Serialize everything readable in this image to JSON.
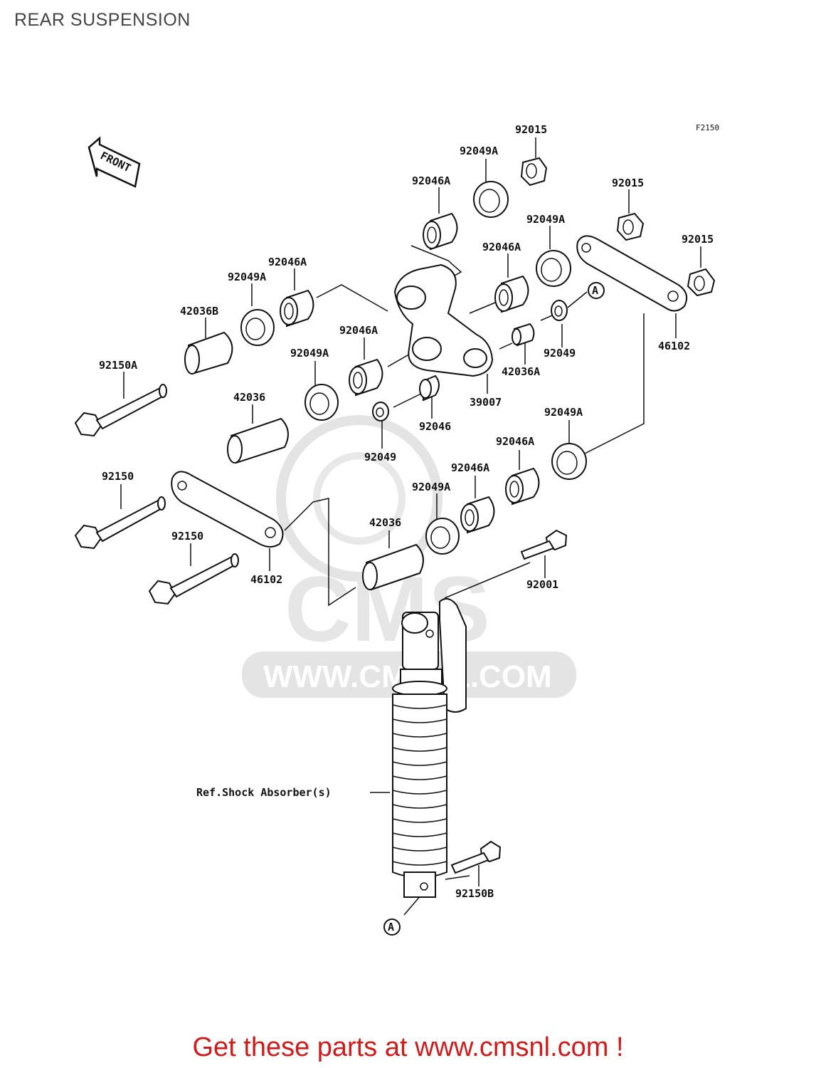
{
  "page": {
    "title": "REAR SUSPENSION"
  },
  "diagram": {
    "figure_code": "F2150",
    "front_label": "FRONT",
    "callout_letter": "A",
    "watermark": {
      "brand": "CMS",
      "url": "WWW.CMSNL.COM"
    },
    "labels": {
      "p92015_top": "92015",
      "p92049A_top": "92049A",
      "p92046A_top": "92046A",
      "p92015_mid": "92015",
      "p92049A_right": "92049A",
      "p92015_right": "92015",
      "p92046A_link": "92046A",
      "p92046A_left": "92046A",
      "p92049A_left": "92049A",
      "p42036B": "42036B",
      "p92046A_mid": "92046A",
      "p92049": "92049",
      "p46102_right": "46102",
      "p42036A": "42036A",
      "p92150A": "92150A",
      "p92049A_mid": "92049A",
      "p39007": "39007",
      "p42036_upper": "42036",
      "p92046": "92046",
      "p92049A_lowright": "92049A",
      "p92049_lower": "92049",
      "p92046A_lowright": "92046A",
      "p92150_upper": "92150",
      "p92046A_low": "92046A",
      "p92049A_low": "92049A",
      "p42036_lower": "42036",
      "p92150_lower": "92150",
      "p92001": "92001",
      "p46102_left": "46102",
      "ref_shock": "Ref.Shock Absorber(s)",
      "p92150B": "92150B"
    }
  },
  "footer": {
    "link_text": "Get these parts at www.cmsnl.com !"
  }
}
